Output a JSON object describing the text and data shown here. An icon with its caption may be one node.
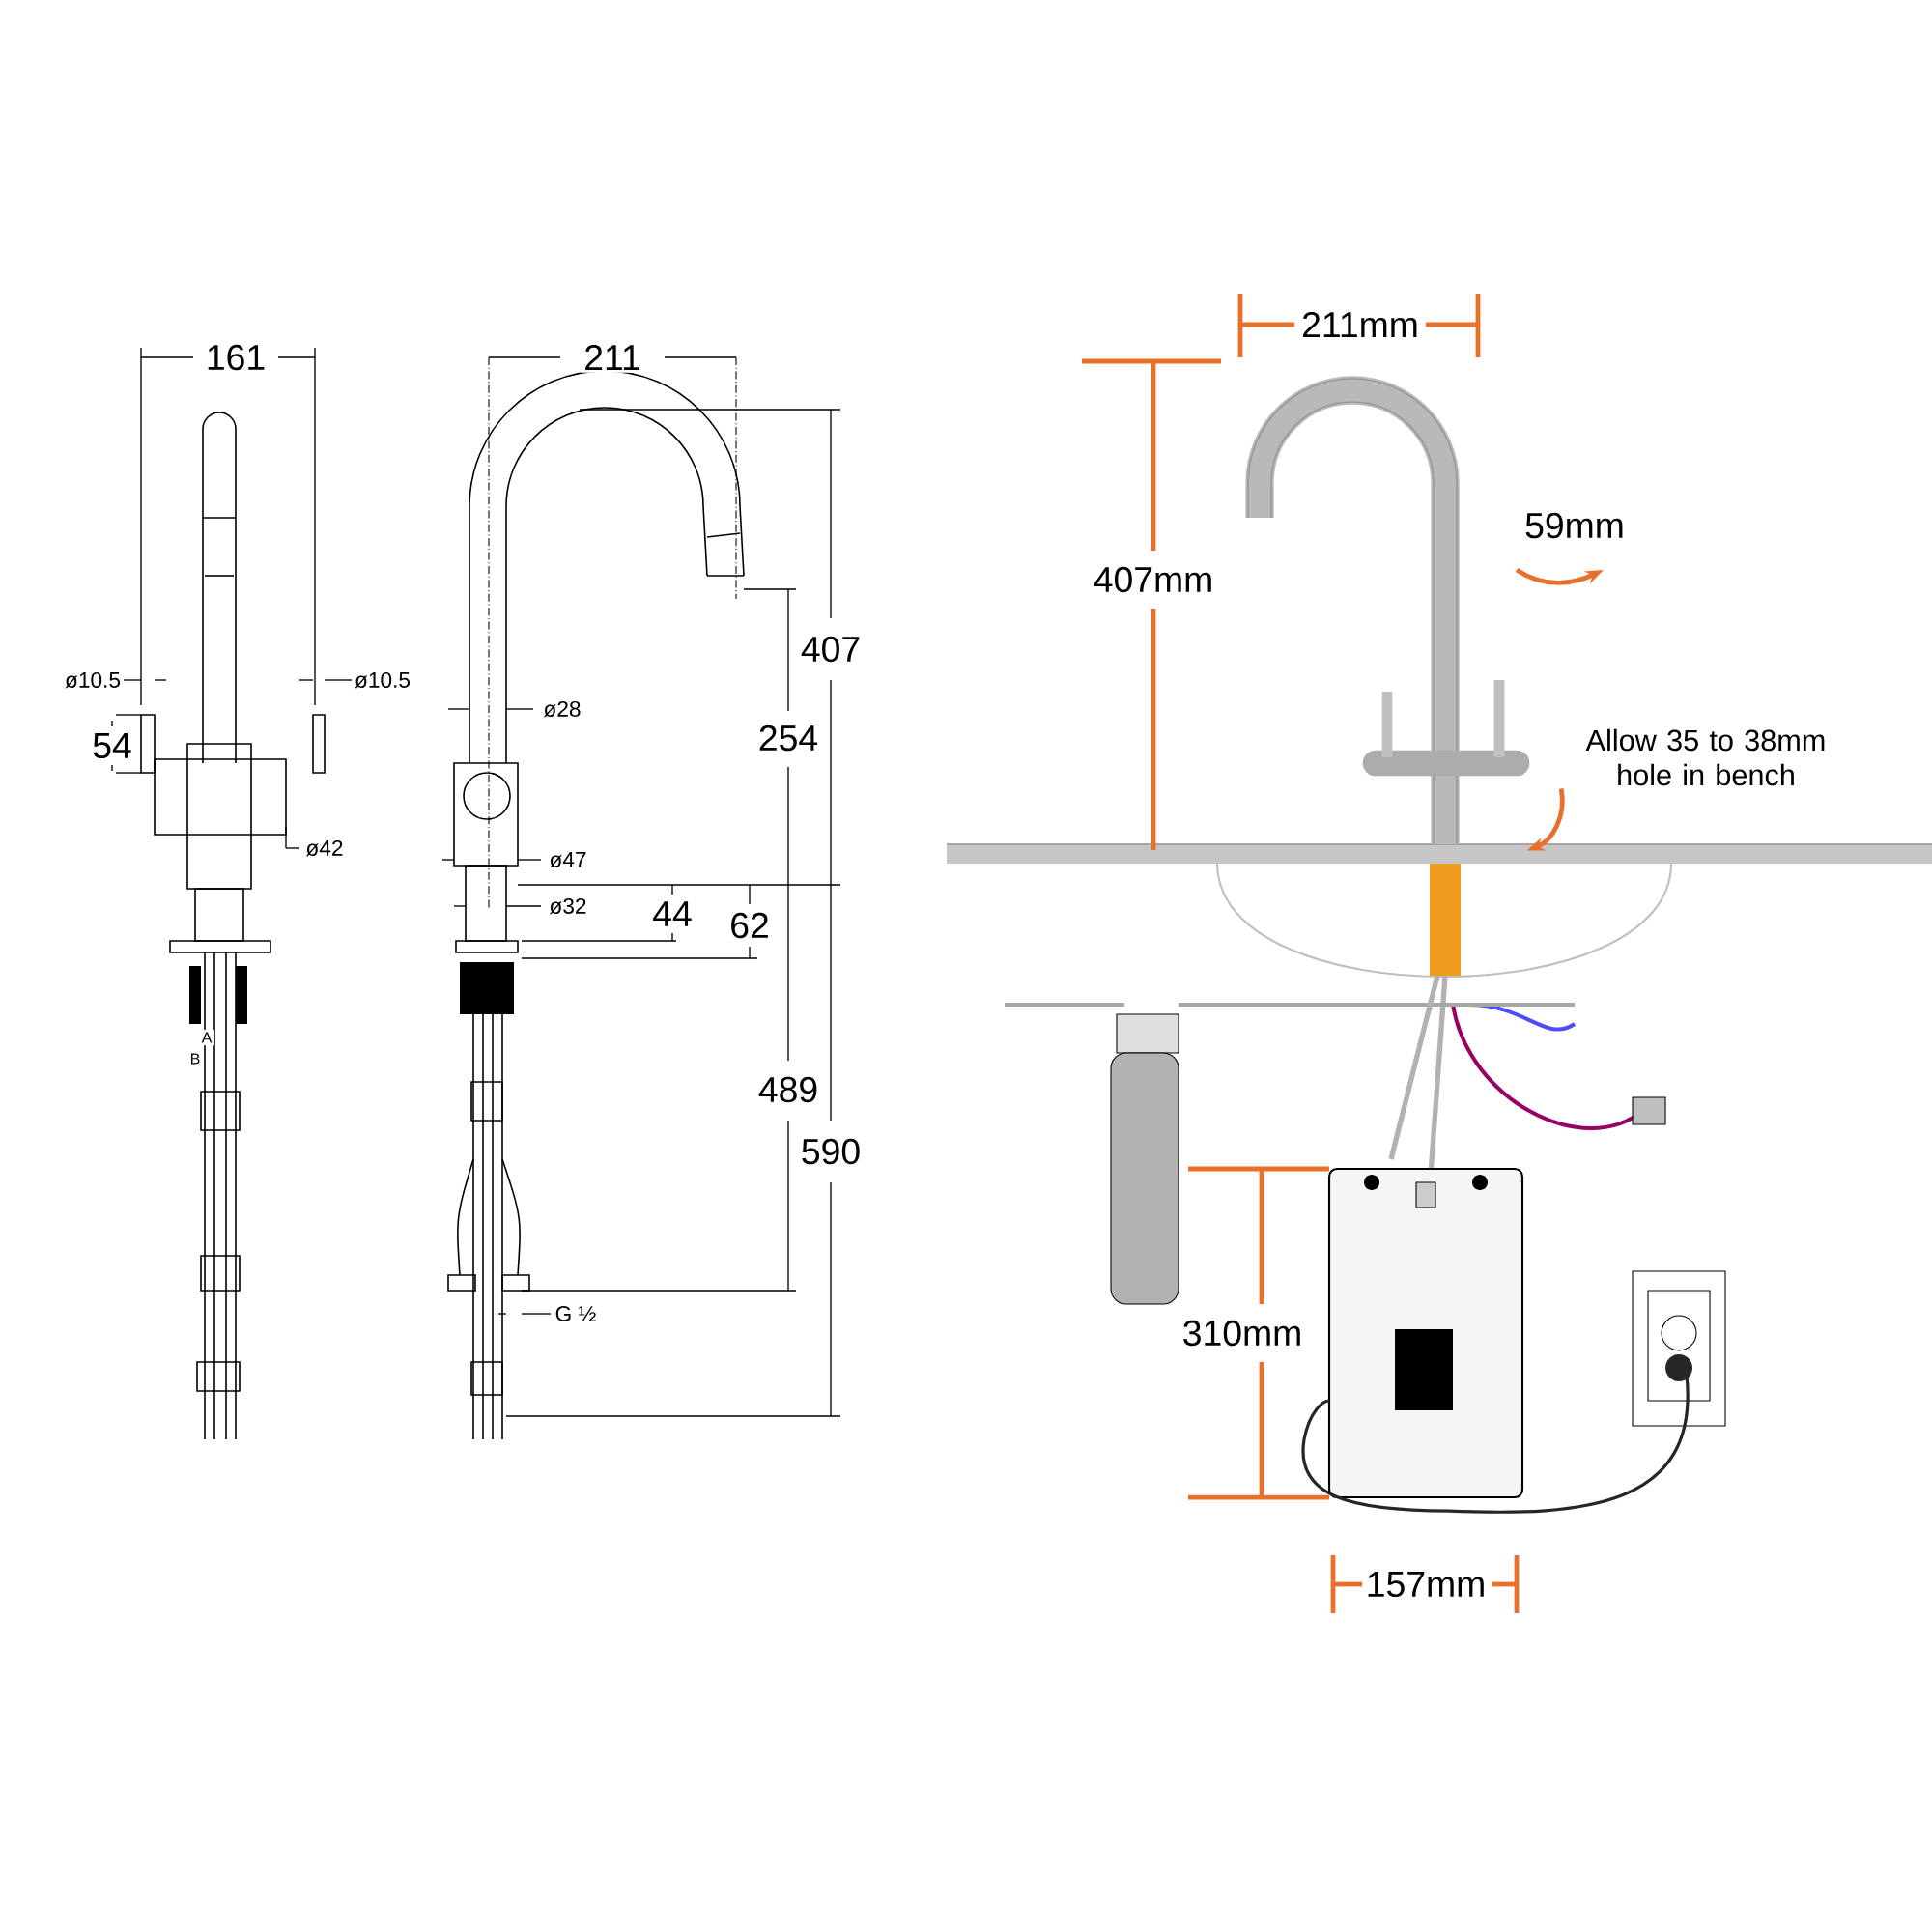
{
  "diagram": {
    "nodes": [
      {
        "text": [
          "Allow 35 to 38mm hole in bench"
        ]
      },
      {
        "text": [],
        "shape": "picture"
      }
    ],
    "edges": [
      {
        "from": 0,
        "to": 1,
        "arrow": "to",
        "color": "#e8702a"
      }
    ],
    "labels": [
      "161",
      "211",
      "407",
      "ø10.5",
      "ø10.5",
      "ø28",
      "54",
      "254",
      "ø42",
      "ø47",
      "ø32",
      "44",
      "62",
      "A",
      "B",
      "489",
      "590",
      "G ½",
      "211mm",
      "407mm",
      "59mm",
      "310mm",
      "157mm"
    ]
  }
}
